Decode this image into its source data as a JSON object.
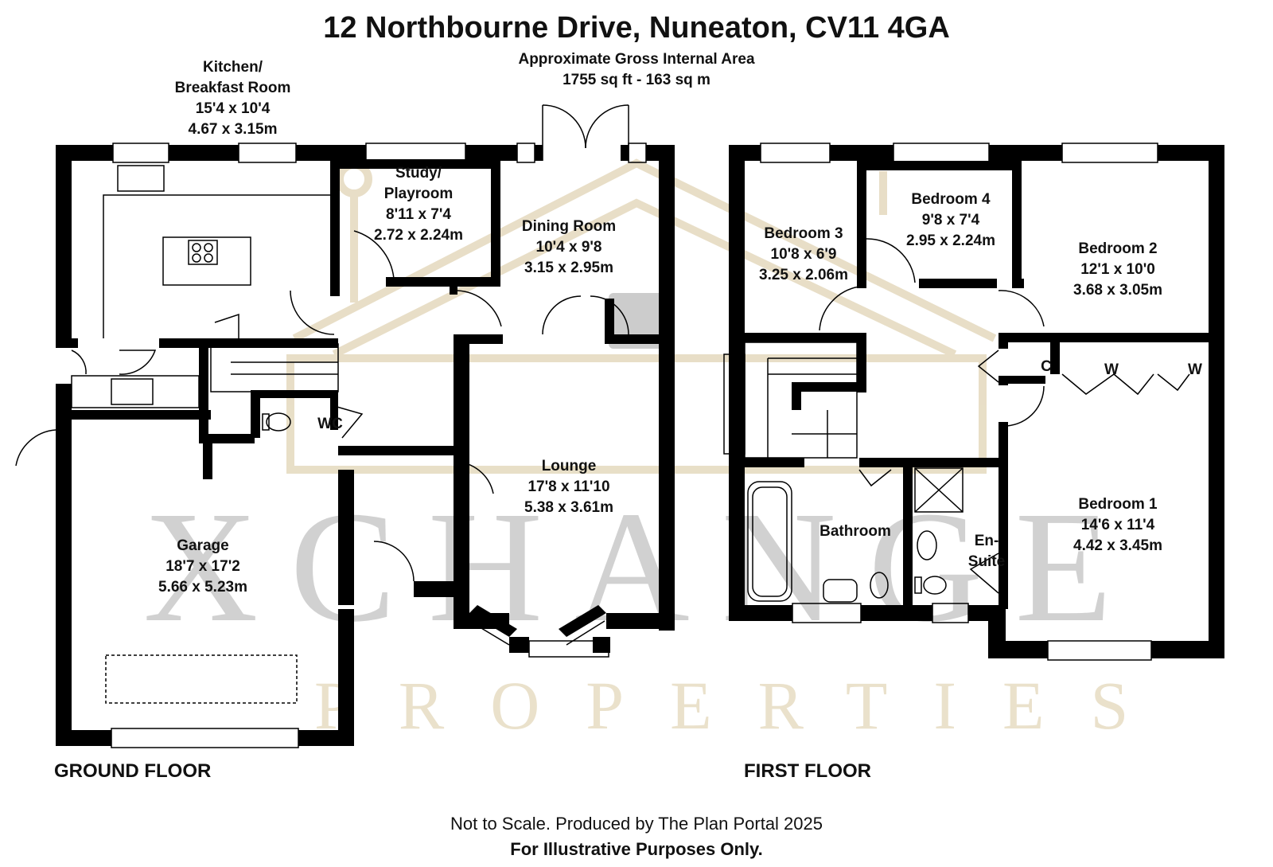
{
  "header": {
    "title": "12 Northbourne Drive, Nuneaton, CV11 4GA",
    "area_line1": "Approximate Gross Internal Area",
    "area_line2": "1755 sq ft - 163 sq m"
  },
  "ground_floor": {
    "label": "GROUND FLOOR",
    "rooms": {
      "kitchen": {
        "name1": "Kitchen/",
        "name2": "Breakfast Room",
        "imperial": "15'4 x 10'4",
        "metric": "4.67 x 3.15m"
      },
      "study": {
        "name1": "Study/",
        "name2": "Playroom",
        "imperial": "8'11 x 7'4",
        "metric": "2.72 x 2.24m"
      },
      "dining": {
        "name": "Dining Room",
        "imperial": "10'4 x 9'8",
        "metric": "3.15 x 2.95m"
      },
      "lounge": {
        "name": "Lounge",
        "imperial": "17'8 x 11'10",
        "metric": "5.38 x 3.61m"
      },
      "garage": {
        "name": "Garage",
        "imperial": "18'7 x 17'2",
        "metric": "5.66 x 5.23m"
      },
      "wc": {
        "name": "WC"
      }
    }
  },
  "first_floor": {
    "label": "FIRST FLOOR",
    "rooms": {
      "bedroom3": {
        "name": "Bedroom 3",
        "imperial": "10'8 x 6'9",
        "metric": "3.25 x 2.06m"
      },
      "bedroom4": {
        "name": "Bedroom 4",
        "imperial": "9'8 x 7'4",
        "metric": "2.95 x 2.24m"
      },
      "bedroom2": {
        "name": "Bedroom 2",
        "imperial": "12'1 x 10'0",
        "metric": "3.68 x 3.05m"
      },
      "bedroom1": {
        "name": "Bedroom 1",
        "imperial": "14'6 x 11'4",
        "metric": "4.42 x 3.45m"
      },
      "bathroom": {
        "name": "Bathroom"
      },
      "ensuite": {
        "name1": "En-",
        "name2": "Suite"
      },
      "cupboard": {
        "name": "C"
      },
      "wardrobe1": {
        "name": "W"
      },
      "wardrobe2": {
        "name": "W"
      }
    }
  },
  "watermark": {
    "line1": "XCHANGE",
    "line2": "PROPERTIES"
  },
  "footer": {
    "line1": "Not to Scale. Produced by The Plan Portal 2025",
    "line2": "For Illustrative Purposes Only."
  },
  "colors": {
    "wall": "#000000",
    "watermark_gray": "#9a9a9a",
    "watermark_gold": "#d9c9a2",
    "background": "#ffffff"
  }
}
